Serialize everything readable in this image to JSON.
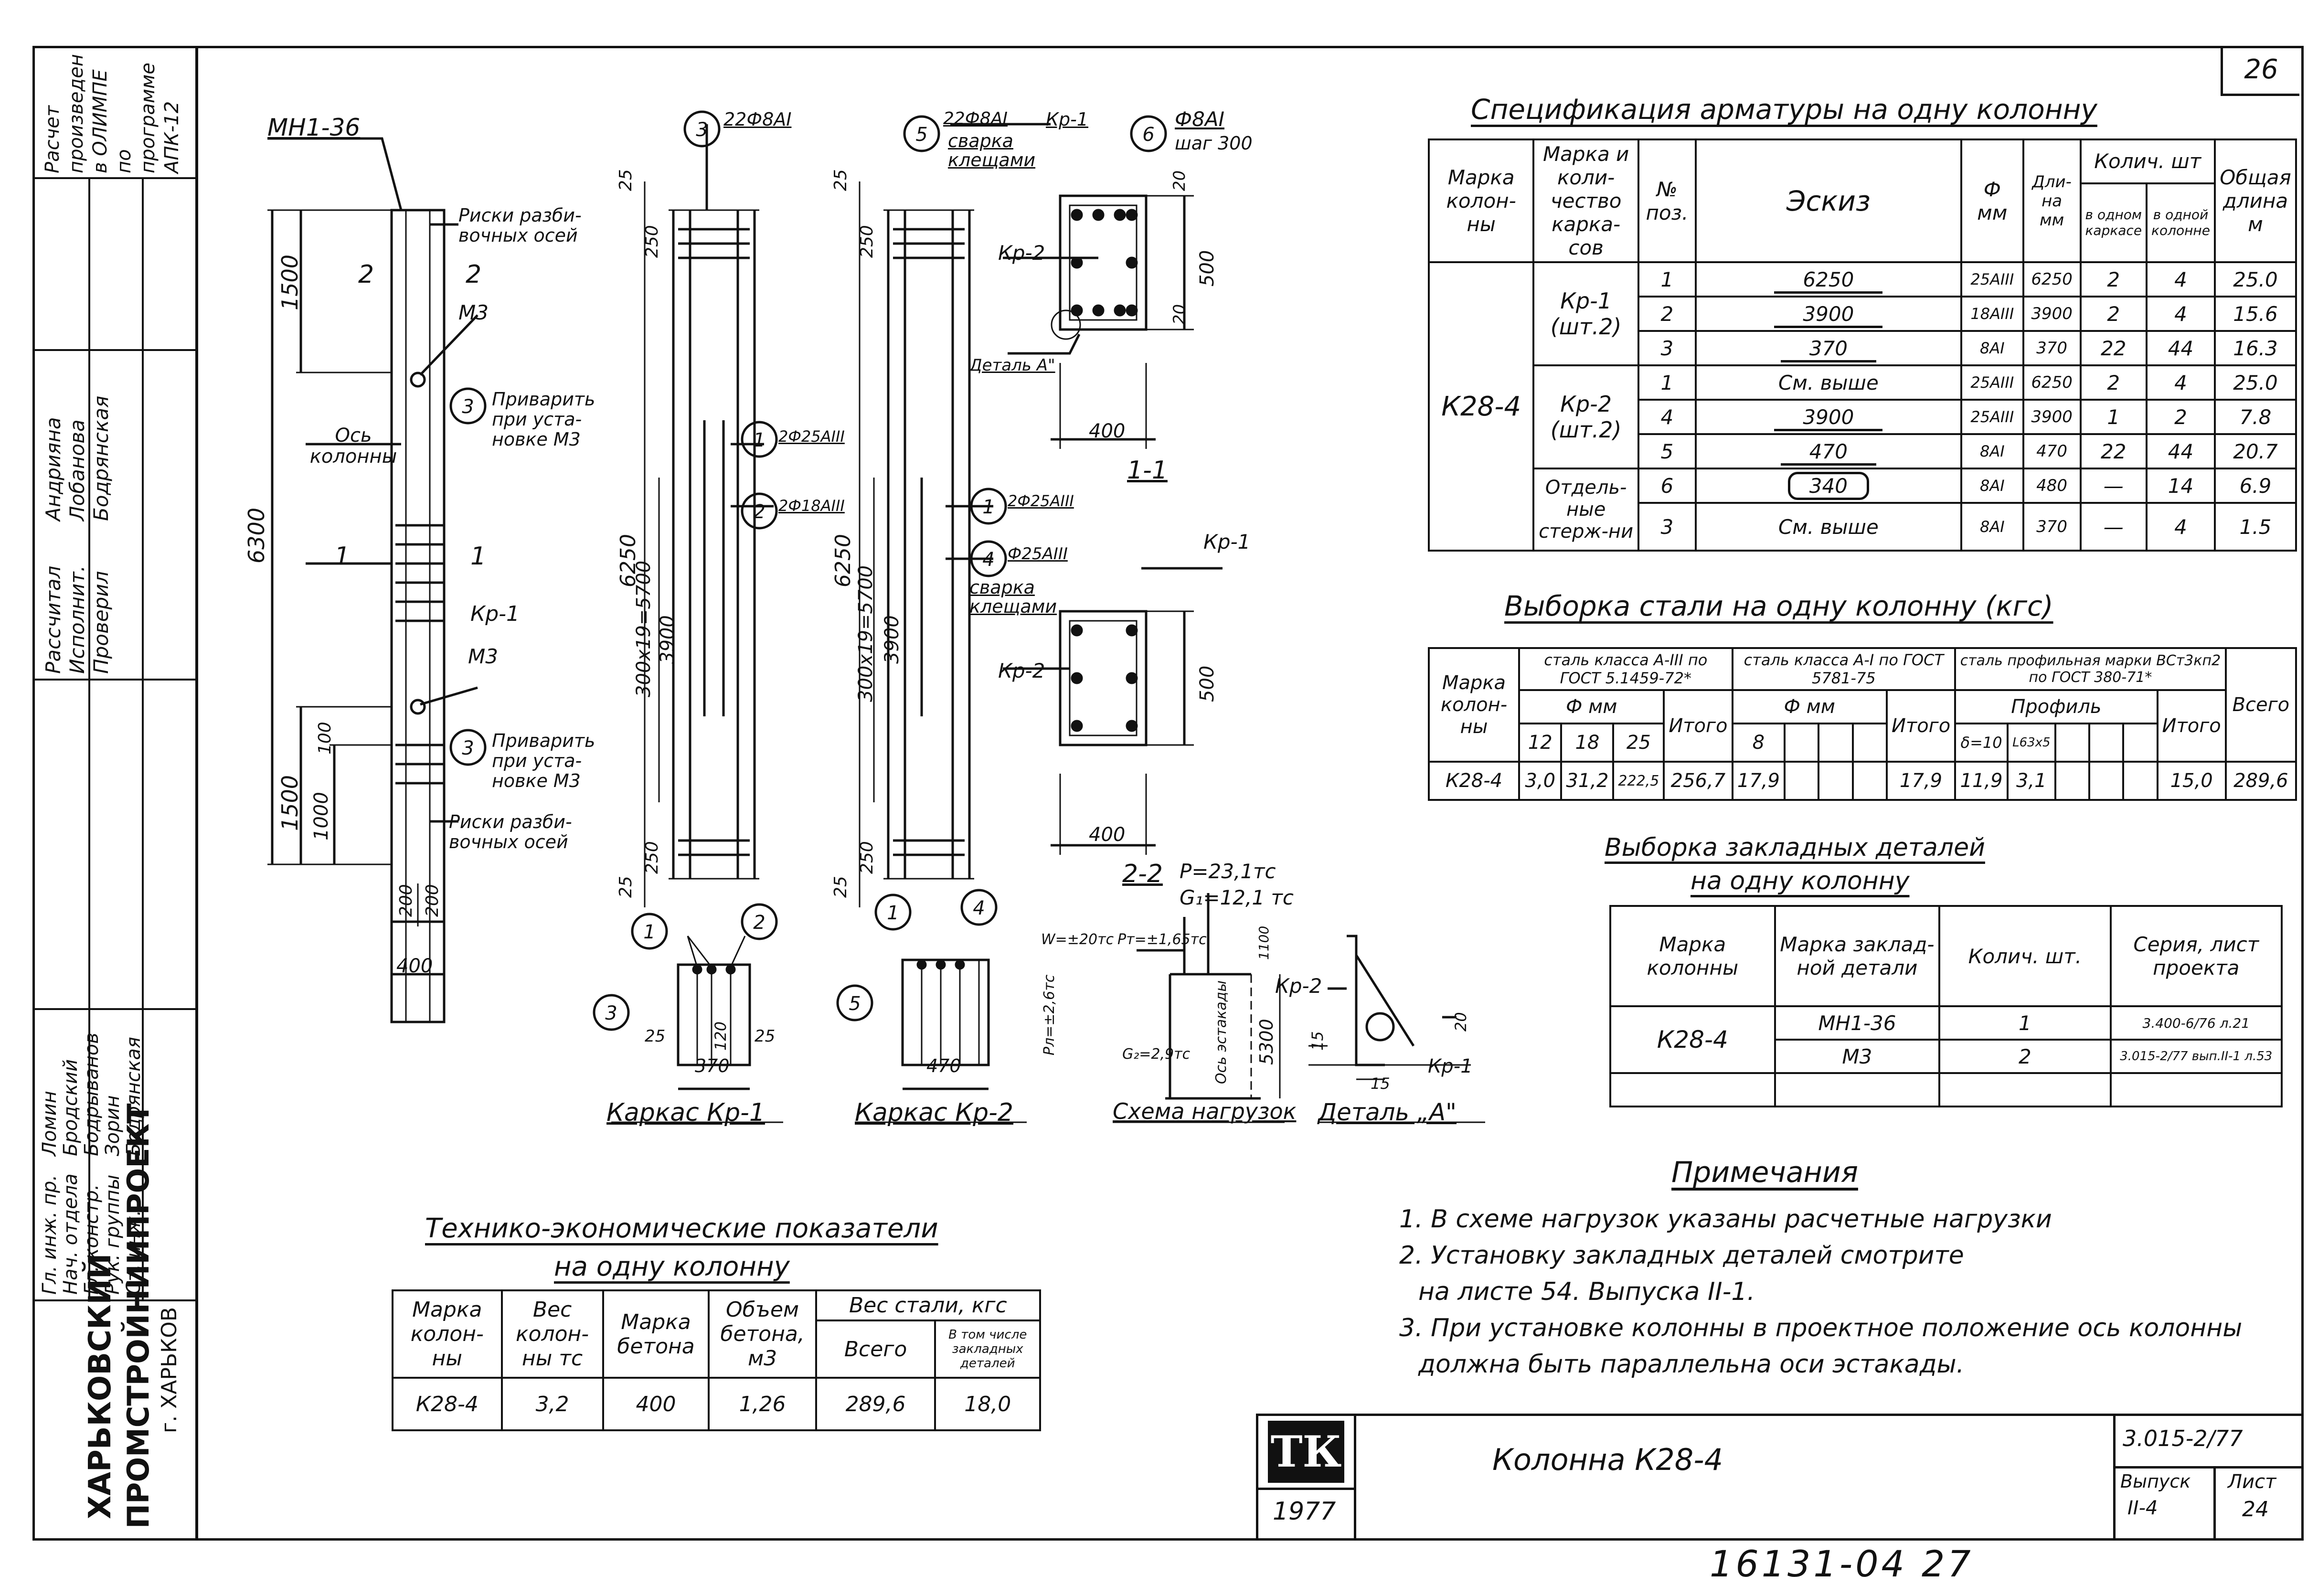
{
  "sidebar": {
    "calc_note": [
      "Расчет",
      "произведен",
      "в ОЛИМПЕ",
      "по",
      "программе",
      "АПК-12"
    ],
    "roles": [
      "Гл. инж. пр.",
      "Нач. отдела",
      "Гл. констр.",
      "Рук. группы",
      "Ст. инж.",
      "Рассчитал",
      "Исполнит.",
      "Проверил"
    ],
    "names": [
      "Ломин",
      "Бродский",
      "Бодрыванов",
      "Зорин",
      "Бодрянская",
      "Андрияна",
      "Лобанова",
      "Бодрянская"
    ],
    "org_line1": "ХАРЬКОВСКИЙ",
    "org_line2": "ПРОМСТРОЙНИИПРОЕКТ",
    "org_city": "г. ХАРЬКОВ"
  },
  "page_num_corner": "26",
  "drawing": {
    "labels": {
      "mn": "МН1-36",
      "riski_top": "Риски разби-вочных осей",
      "riski_bot": "Риски разби-вочных осей",
      "m3a": "М3",
      "m3b": "М3",
      "weld_a": "Приварить при уста-новке М3",
      "weld_b": "Приварить при уста-новке М3",
      "os": "Ось колонны",
      "kp1_side": "Кр-1",
      "sec2": "2",
      "sec2b": "2",
      "sec1": "1",
      "sec1b": "1",
      "d6300": "6300",
      "d1500a": "1500",
      "d1500b": "1500",
      "d1000": "1000",
      "d100": "100",
      "d200a": "200",
      "d200b": "200",
      "d400": "400",
      "f3": "22Ф8АI",
      "f1": "2Ф25АIII",
      "f2": "2Ф18АIII",
      "f5": "22Ф8АI",
      "f1b": "2Ф25АIII",
      "f4": "Ф25АIII",
      "kp1": "Кр-1",
      "svarka1": "сварка клещами",
      "svarka2": "сварка клещами",
      "f6": "Ф8АI",
      "shag": "шаг 300",
      "kp2a": "Кр-2",
      "kp2b": "Кр-2",
      "detal": "Деталь А\"",
      "s11": "1-1",
      "s22": "2-2",
      "d400s1": "400",
      "d400s2": "400",
      "d500a": "500",
      "d500b": "500",
      "d20a": "20",
      "d20b": "20",
      "d6250a": "6250",
      "d6250b": "6250",
      "d3900a": "3900",
      "d3900b": "3900",
      "d300x19a": "300х19=5700",
      "d300x19b": "300х19=5700",
      "d25": "25",
      "d250": "250",
      "kp1_title": "Каркас Кр-1",
      "kp2_title": "Каркас Кр-2",
      "load_title": "Схема нагрузок",
      "detail_title": "Деталь „А\"",
      "d370": "370",
      "d470": "470",
      "d120": "120",
      "P": "Р=23,1тс",
      "G1": "G₁=12,1 тс",
      "W": "W=±20тс",
      "Pr": "Рт=±1,65тс",
      "Pl": "Рл=±2,6тс",
      "G2": "G₂=2,9тс",
      "os_est": "Ось эстакады",
      "d5300": "5300",
      "d1100": "1100",
      "d15a": "15",
      "d15b": "15",
      "d20c": "20"
    }
  },
  "spec": {
    "title": "Спецификация арматуры на одну колонну",
    "headers": [
      "Марка колон-ны",
      "Марка и коли-чество карка-сов",
      "№ поз.",
      "Эскиз",
      "Ф мм",
      "Дли-на мм",
      "Колич. шт",
      "Общая длина м"
    ],
    "subheaders": [
      "в одном каркасе",
      "в одной колонне"
    ],
    "column_mark": "К28-4",
    "groups": [
      "Кр-1 (шт.2)",
      "Кр-2 (шт.2)",
      "Отдель-ные стерж-ни"
    ],
    "rows": [
      {
        "pos": "1",
        "sketch": "6250",
        "d": "25АIII",
        "len": "6250",
        "q1": "2",
        "q2": "4",
        "total": "25.0"
      },
      {
        "pos": "2",
        "sketch": "3900",
        "d": "18АIII",
        "len": "3900",
        "q1": "2",
        "q2": "4",
        "total": "15.6"
      },
      {
        "pos": "3",
        "sketch": "370",
        "d": "8АI",
        "len": "370",
        "q1": "22",
        "q2": "44",
        "total": "16.3"
      },
      {
        "pos": "1",
        "sketch": "См. выше",
        "d": "25АIII",
        "len": "6250",
        "q1": "2",
        "q2": "4",
        "total": "25.0"
      },
      {
        "pos": "4",
        "sketch": "3900",
        "d": "25АIII",
        "len": "3900",
        "q1": "1",
        "q2": "2",
        "total": "7.8"
      },
      {
        "pos": "5",
        "sketch": "470",
        "d": "8АI",
        "len": "470",
        "q1": "22",
        "q2": "44",
        "total": "20.7"
      },
      {
        "pos": "6",
        "sketch": "340",
        "d": "8АI",
        "len": "480",
        "q1": "—",
        "q2": "14",
        "total": "6.9"
      },
      {
        "pos": "3",
        "sketch": "См. выше",
        "d": "8АI",
        "len": "370",
        "q1": "—",
        "q2": "4",
        "total": "1.5"
      }
    ]
  },
  "steel": {
    "title": "Выборка стали на одну колонну (кгс)",
    "h_mark": "Марка колон-ны",
    "h_a3": "сталь класса А-III по ГОСТ 5.1459-72*",
    "h_a1": "сталь класса А-I по ГОСТ 5781-75",
    "h_prof": "сталь профильная марки ВСт3кп2 по ГОСТ 380-71*",
    "h_fmm": "Ф мм",
    "h_fmm2": "Ф мм",
    "h_profil": "Профиль",
    "h_itogo": "Итого",
    "h_itogo2": "Итого",
    "h_itogo3": "Итого",
    "h_vsego": "Всего",
    "d12": "12",
    "d18": "18",
    "d25": "25",
    "d8": "8",
    "d10": "δ=10",
    "d_lst": "Ⅼ63х5",
    "row": {
      "mark": "К28-4",
      "v12": "3,0",
      "v18": "31,2",
      "v25": "222,5",
      "it1": "256,7",
      "v8": "17,9",
      "it2": "17,9",
      "vd10": "11,9",
      "vl": "3,1",
      "it3": "15,0",
      "all": "289,6"
    }
  },
  "embedded": {
    "title1": "Выборка закладных деталей",
    "title2": "на одну колонну",
    "headers": [
      "Марка колонны",
      "Марка заклад-ной детали",
      "Колич. шт.",
      "Серия, лист проекта"
    ],
    "mark": "К28-4",
    "rows": [
      {
        "detail": "МН1-36",
        "qty": "1",
        "series": "3.400-6/76 л.21"
      },
      {
        "detail": "М3",
        "qty": "2",
        "series": "3.015-2/77 вып.II-1 л.53"
      }
    ]
  },
  "notes": {
    "title": "Примечания",
    "items": [
      "1. В схеме нагрузок указаны расчетные нагрузки",
      "2. Установку закладных деталей смотрите",
      "на листе 54. Выпуска II-1.",
      "3. При установке колонны в проектное положение ось колонны",
      "должна быть параллельна оси эстакады."
    ]
  },
  "tech": {
    "title1": "Технико-экономические показатели",
    "title2": "на одну колонну",
    "headers": [
      "Марка колон-ны",
      "Вес колон-ны тс",
      "Марка бетона",
      "Объем бетона, м3",
      "Вес стали, кгс",
      "Всего",
      "В том числе закладных деталей"
    ],
    "row": {
      "mark": "К28-4",
      "weight": "3,2",
      "concrete": "400",
      "volume": "1,26",
      "total": "289,6",
      "embedded": "18,0"
    }
  },
  "titleblock": {
    "logo": "ТК",
    "year": "1977",
    "name": "Колонна К28-4",
    "series": "3.015-2/77",
    "issue_label": "Выпуск",
    "issue": "II-4",
    "sheet_label": "Лист",
    "sheet": "24"
  },
  "archive_num": "16131-04 27"
}
